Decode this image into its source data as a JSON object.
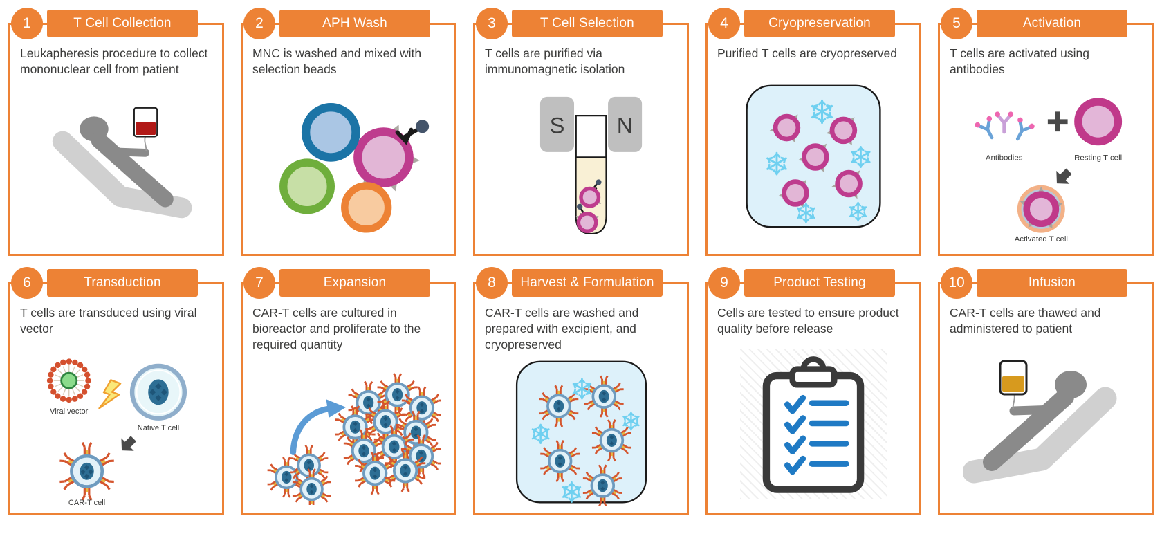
{
  "palette": {
    "accent_orange": "#ED8235",
    "text_dark": "#3C3C3B",
    "person_gray": "#8A8A8A",
    "chair_gray": "#D0D0D0",
    "blood_red": "#B11917",
    "infusion_amber": "#D79A1E",
    "pink_cell_ring": "#BE3C8E",
    "pink_cell_fill": "#E2B6D6",
    "blue_cell_ring": "#1B74A6",
    "green_cell_ring": "#6FAE3C",
    "cryo_box_fill": "#DDF1FA",
    "snowflake_blue": "#6FD0F0",
    "cart_membrane": "#6E9BBF",
    "cart_receptor": "#D4552E",
    "checklist_blue": "#1F7AC4",
    "clipboard_dark": "#3A3A3A"
  },
  "steps": [
    {
      "number": "1",
      "title": "T Cell Collection",
      "description": "Leukapheresis procedure to collect mononuclear cell from patient"
    },
    {
      "number": "2",
      "title": "APH Wash",
      "description": "MNC is washed and mixed with selection beads"
    },
    {
      "number": "3",
      "title": "T Cell Selection",
      "description": "T cells are purified via immunomagnetic isolation",
      "labels": {
        "s": "S",
        "n": "N"
      }
    },
    {
      "number": "4",
      "title": "Cryopreservation",
      "description": "Purified T cells are cryopreserved"
    },
    {
      "number": "5",
      "title": "Activation",
      "description": "T cells are activated using antibodies",
      "labels": {
        "antibodies": "Antibodies",
        "resting": "Resting T cell",
        "activated": "Activated T cell"
      }
    },
    {
      "number": "6",
      "title": "Transduction",
      "description": "T cells are transduced using viral vector",
      "labels": {
        "viral": "Viral vector",
        "native": "Native T cell",
        "cart": "CAR-T cell"
      }
    },
    {
      "number": "7",
      "title": "Expansion",
      "description": "CAR-T cells are cultured in bioreactor and proliferate to the required quantity"
    },
    {
      "number": "8",
      "title": "Harvest & Formulation",
      "description": "CAR-T cells are washed and prepared with excipient, and cryopreserved"
    },
    {
      "number": "9",
      "title": "Product Testing",
      "description": "Cells are tested to ensure product quality before release"
    },
    {
      "number": "10",
      "title": "Infusion",
      "description": "CAR-T cells are thawed and administered to patient"
    }
  ]
}
